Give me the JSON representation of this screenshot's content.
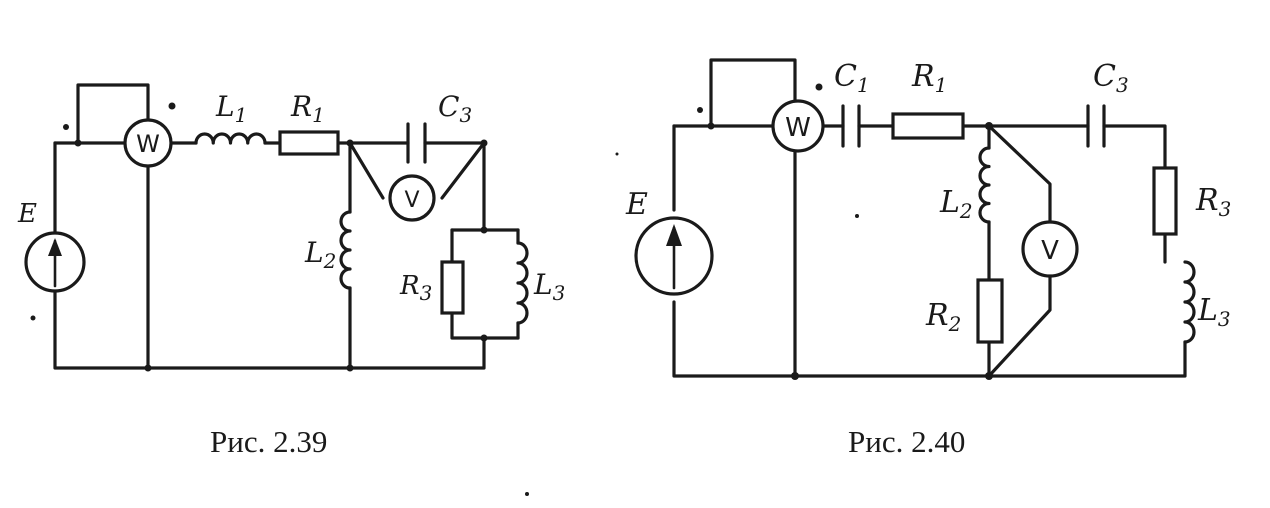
{
  "figures": [
    {
      "caption": "Рис. 2.39",
      "labels": {
        "source": "E",
        "wattmeter": "W",
        "voltmeter": "V",
        "L1": {
          "main": "L",
          "sub": "1"
        },
        "R1": {
          "main": "R",
          "sub": "1"
        },
        "C3": {
          "main": "C",
          "sub": "3"
        },
        "L2": {
          "main": "L",
          "sub": "2"
        },
        "R3": {
          "main": "R",
          "sub": "3"
        },
        "L3": {
          "main": "L",
          "sub": "3"
        }
      }
    },
    {
      "caption": "Рис. 2.40",
      "labels": {
        "source": "E",
        "wattmeter": "W",
        "voltmeter": "V",
        "C1": {
          "main": "C",
          "sub": "1"
        },
        "R1": {
          "main": "R",
          "sub": "1"
        },
        "C3": {
          "main": "C",
          "sub": "3"
        },
        "L2": {
          "main": "L",
          "sub": "2"
        },
        "R2": {
          "main": "R",
          "sub": "2"
        },
        "R3": {
          "main": "R",
          "sub": "3"
        },
        "L3": {
          "main": "L",
          "sub": "3"
        }
      }
    }
  ]
}
